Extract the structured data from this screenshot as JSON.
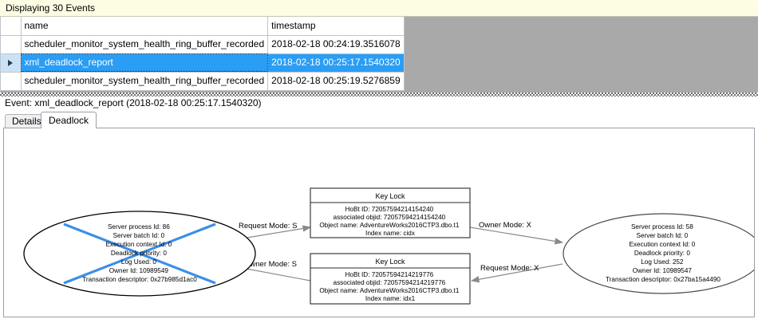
{
  "banner": {
    "text": "Displaying 30 Events"
  },
  "grid": {
    "columns": [
      "",
      "name",
      "timestamp"
    ],
    "rows": [
      {
        "selected": false,
        "indicator": "",
        "name": "scheduler_monitor_system_health_ring_buffer_recorded",
        "timestamp": "2018-02-18 00:24:19.3516078"
      },
      {
        "selected": true,
        "indicator": "row-selector-arrow",
        "name": "xml_deadlock_report",
        "timestamp": "2018-02-18 00:25:17.1540320"
      },
      {
        "selected": false,
        "indicator": "",
        "name": "scheduler_monitor_system_health_ring_buffer_recorded",
        "timestamp": "2018-02-18 00:25:19.5276859"
      }
    ]
  },
  "event_caption": "Event: xml_deadlock_report (2018-02-18 00:25:17.1540320)",
  "tabs": [
    {
      "label": "Details",
      "active": false
    },
    {
      "label": "Deadlock",
      "active": true
    }
  ],
  "deadlock_graph": {
    "victim_marker_color": "#3b8fe8",
    "node_stroke_color": "#000000",
    "edge_color": "#8a8a8a",
    "processes": [
      {
        "id": "process-left",
        "is_victim": true,
        "lines": [
          "Server process Id: 86",
          "Server batch Id: 0",
          "Execution context Id: 0",
          "Deadlock priority: 0",
          "Log Used: 0",
          "Owner Id: 10989549",
          "Transaction descriptor: 0x27b985d1ac0"
        ]
      },
      {
        "id": "process-right",
        "is_victim": false,
        "lines": [
          "Server process Id: 58",
          "Server batch Id: 0",
          "Execution context Id: 0",
          "Deadlock priority: 0",
          "Log Used: 252",
          "Owner Id: 10989547",
          "Transaction descriptor: 0x27ba15a4490"
        ]
      }
    ],
    "resources": [
      {
        "id": "resource-top",
        "title": "Key Lock",
        "lines": [
          "HoBt ID: 72057594214154240",
          "associated objid: 72057594214154240",
          "Object name: AdventureWorks2016CTP3.dbo.t1",
          "Index name: cidx"
        ]
      },
      {
        "id": "resource-bottom",
        "title": "Key Lock",
        "lines": [
          "HoBt ID: 72057594214219776",
          "associated objid: 72057594214219776",
          "Object name: AdventureWorks2016CTP3.dbo.t1",
          "Index name: idx1"
        ]
      }
    ],
    "edges": [
      {
        "id": "edge-left-request-top",
        "label": "Request Mode: S"
      },
      {
        "id": "edge-top-owner-right",
        "label": "Owner Mode: X"
      },
      {
        "id": "edge-bottom-owner-left",
        "label": "Owner Mode: S"
      },
      {
        "id": "edge-right-request-bottom",
        "label": "Request Mode: X"
      }
    ]
  }
}
